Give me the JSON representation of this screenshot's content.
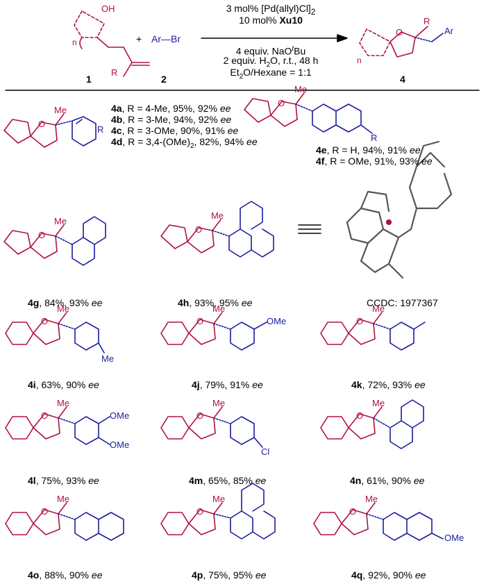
{
  "reaction": {
    "reactant1_label": "1",
    "reactant2_label": "2",
    "product_label": "4",
    "plus": "+",
    "reactant1_OH": "OH",
    "reactant1_n": "n",
    "reactant1_R": "R",
    "reactant2_text": "Ar—Br",
    "product_O": "O",
    "product_R": "R",
    "product_Ar": "Ar",
    "product_n": "n",
    "conditions_above": [
      {
        "plain": "3 mol% [Pd(allyl)Cl]",
        "sub": "2",
        "bold": ""
      },
      {
        "plain": "10 mol% ",
        "sub": "",
        "bold": "Xu10"
      }
    ],
    "conditions_below": [
      "4 equiv. NaO",
      "2 equiv. H",
      "Et2O/Hexane = 1:1"
    ],
    "cond_line1_pre": "4 equiv. NaO",
    "cond_line1_sup": "t",
    "cond_line1_post": "Bu",
    "cond_line2_pre": "2 equiv. H",
    "cond_line2_sub": "2",
    "cond_line2_post": "O, r.t., 48 h",
    "cond_line3_pre": "Et",
    "cond_line3_sub": "2",
    "cond_line3_post": "O/Hexane = 1:1"
  },
  "products": [
    {
      "id": "4a",
      "text": ", R = 4-Me, 95%, 92% ",
      "ee": "ee"
    },
    {
      "id": "4b",
      "text": ", R = 3-Me, 94%, 92% ",
      "ee": "ee"
    },
    {
      "id": "4c",
      "text": ", R = 3-OMe, 90%, 91% ",
      "ee": "ee"
    },
    {
      "id": "4d",
      "text": ", R = 3,4-(OMe)",
      "sub": "2",
      "text2": ", 82%, 94% ",
      "ee": "ee"
    },
    {
      "id": "4e",
      "text": ", R = H, 94%, 91% ",
      "ee": "ee"
    },
    {
      "id": "4f",
      "text": ", R = OMe, 91%, 93% ",
      "ee": "ee"
    },
    {
      "id": "4g",
      "text": ", 84%, 93% ",
      "ee": "ee"
    },
    {
      "id": "4h",
      "text": ", 93%, 95% ",
      "ee": "ee"
    },
    {
      "id": "4i",
      "text": ", 63%, 90% ",
      "ee": "ee"
    },
    {
      "id": "4j",
      "text": ", 79%, 91% ",
      "ee": "ee"
    },
    {
      "id": "4k",
      "text": ",  72%, 93% ",
      "ee": "ee"
    },
    {
      "id": "4l",
      "text": ", 75%, 93% ",
      "ee": "ee"
    },
    {
      "id": "4m",
      "text": ", 65%, 85% ",
      "ee": "ee"
    },
    {
      "id": "4n",
      "text": ", 61%, 90% ",
      "ee": "ee"
    },
    {
      "id": "4o",
      "text": ", 88%, 90% ",
      "ee": "ee"
    },
    {
      "id": "4p",
      "text": ", 75%, 95% ",
      "ee": "ee"
    },
    {
      "id": "4q",
      "text": ", 92%, 90% ",
      "ee": "ee"
    }
  ],
  "atoms": {
    "O": "O",
    "Me": "Me",
    "R": "R",
    "OMe": "OMe",
    "Cl": "Cl"
  },
  "ccdc": "CCDC: 1977367",
  "colors": {
    "red": "#b0123d",
    "blue": "#1c1c9e",
    "black": "#000000"
  }
}
